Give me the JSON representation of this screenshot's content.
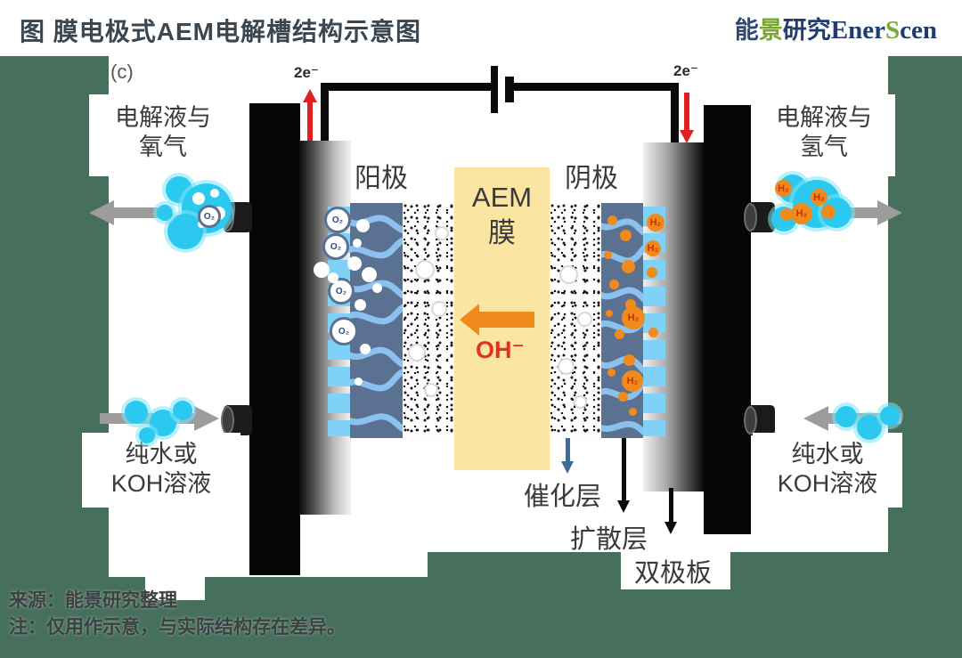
{
  "header": {
    "title": "图  膜电极式AEM电解槽结构示意图",
    "logo": {
      "cn_1": "能",
      "cn_2": "景",
      "cn_3": "研究",
      "en_1": "Ener",
      "en_2": "S",
      "en_3": "cen"
    }
  },
  "panel_tag": "(c)",
  "circuit": {
    "electron_left": "2e⁻",
    "electron_right": "2e⁻"
  },
  "electrodes": {
    "anode": "阳极",
    "cathode": "阴极"
  },
  "membrane": {
    "line1": "AEM",
    "line2": "膜",
    "ion": "OH⁻"
  },
  "streams": {
    "left_top": [
      "电解液与",
      "氧气"
    ],
    "left_bottom": [
      "纯水或",
      "KOH溶液"
    ],
    "right_top": [
      "电解液与",
      "氢气"
    ],
    "right_bottom": [
      "纯水或",
      "KOH溶液"
    ]
  },
  "layer_labels": {
    "catalyst": "催化层",
    "diffusion": "扩散层",
    "bipolar": "双极板"
  },
  "molecules": {
    "o2": "O₂",
    "h2": "H₂"
  },
  "footer": {
    "source": "来源：能景研究整理",
    "note": "注：仅用作示意，与实际结构存在差异。"
  },
  "colors": {
    "page_background": "#47705C",
    "membrane_yellow": "#FBE5A2",
    "electrolyte_cyan": "#2BC9F0",
    "hydrogen_orange": "#F08A1D",
    "electron_arrow_red": "#E02020",
    "slate_layer_blue": "#5A7191",
    "channel_blue": "#7FD2F6",
    "logo_navy": "#1F3D6E",
    "logo_green": "#76A832"
  }
}
